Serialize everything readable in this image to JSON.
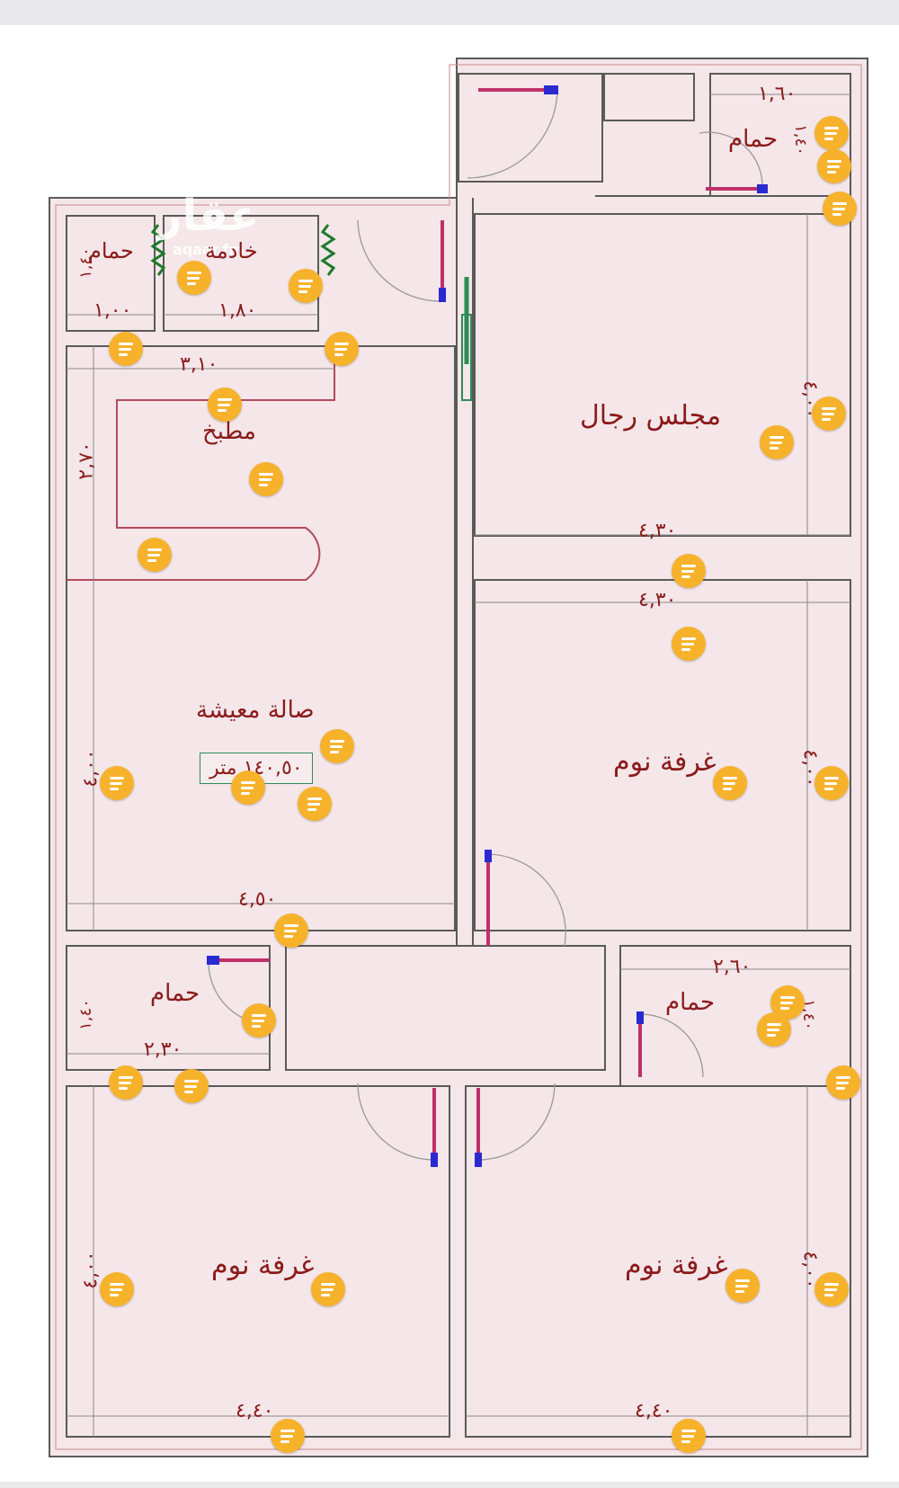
{
  "rooms": {
    "majlis": "مجلس رجال",
    "bed_right_upper": "غرفة نوم",
    "bed_left_lower": "غرفة نوم",
    "bed_right_lower": "غرفة نوم",
    "living": "صالة معيشة",
    "kitchen": "مطبخ",
    "maid": "خادمة",
    "bath_top_left": "حمام",
    "bath_top_right": "حمام",
    "bath_mid_left": "حمام",
    "bath_mid_right": "حمام"
  },
  "area_label": "١٤٠,٥٠ متر",
  "dimensions": {
    "majlis_width": "٤,٣٠",
    "bed_right_upper_width": "٤,٣٠",
    "living_width": "٤,٥٠",
    "kitchen_width": "٣,١٠",
    "kitchen_depth": "٢,٧٠",
    "maid_width": "١,٨٠",
    "bath_top_left_width": "١,٠٠",
    "bath_top_left_depth": "١,٤٠",
    "bath_top_right_width": "١,٦٠",
    "bath_top_right_depth": "١,٤٠",
    "bath_mid_left_width": "٢,٣٠",
    "bath_mid_left_depth": "١,٤٠",
    "bath_mid_right_width": "٢,٦٠",
    "bath_mid_right_depth": "١,٤٠",
    "bed_left_lower_width": "٤,٤٠",
    "bed_right_lower_width": "٤,٤٠",
    "depth_majlis": "٤,٠٠",
    "depth_living": "٤,٠٠",
    "depth_bed_right_upper": "٤,٠٠",
    "depth_bed_left_lower": "٤,٠٠",
    "depth_bed_right_lower": "٤,٠٠"
  },
  "watermark": {
    "text": "عقار",
    "sub": "aqaar.fm"
  },
  "colors": {
    "wall": "#5a5a5a",
    "floor": "#f4e6e9",
    "label": "#8b1a1a",
    "note": "#f7b22c"
  }
}
